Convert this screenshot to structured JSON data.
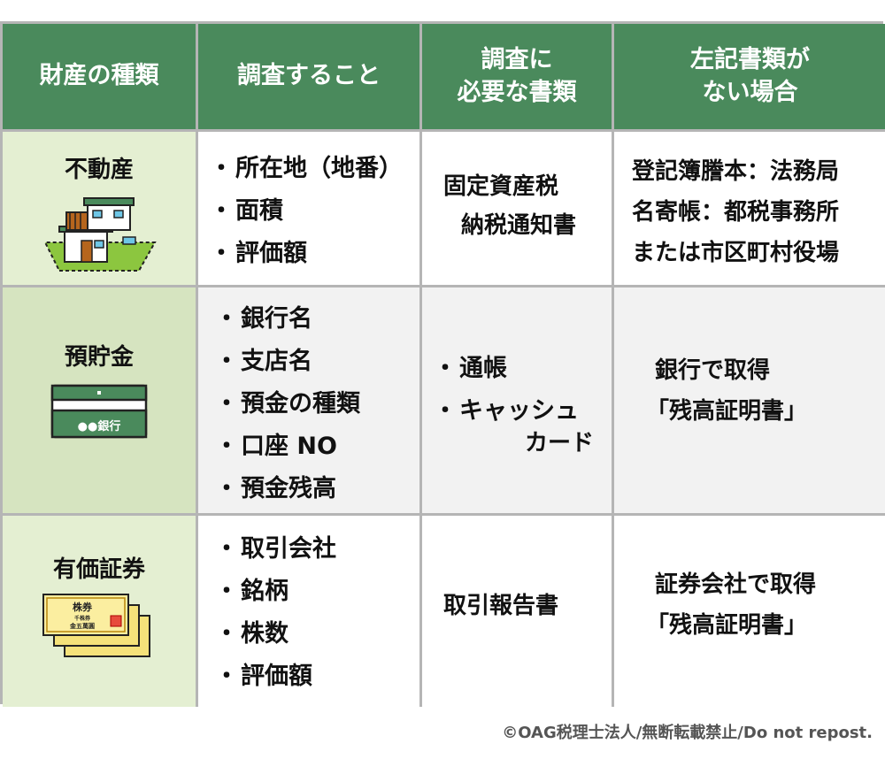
{
  "header": {
    "col1": "財産の種類",
    "col2": "調査すること",
    "col3_line1": "調査に",
    "col3_line2": "必要な書類",
    "col4_line1": "左記書類が",
    "col4_line2": "ない場合"
  },
  "rows": [
    {
      "category": "不動産",
      "items": [
        "所在地（地番）",
        "面積",
        "評価額"
      ],
      "docs_line1": "固定資産税",
      "docs_line2": "納税通知書",
      "alt_line1": "登記簿謄本：法務局",
      "alt_line2": "名寄帳：都税事務所",
      "alt_line3": "または市区町村役場",
      "icon": "house-icon"
    },
    {
      "category": "預貯金",
      "items": [
        "銀行名",
        "支店名",
        "預金の種類",
        "口座 NO",
        "預金残高"
      ],
      "docs_item1": "通帳",
      "docs_item2_line1": "キャッシュ",
      "docs_item2_line2": "カード",
      "alt_line1": "銀行で取得",
      "alt_line2": "「残高証明書」",
      "icon": "bankbook-icon",
      "icon_text": "●●銀行"
    },
    {
      "category": "有価証券",
      "items": [
        "取引会社",
        "銘柄",
        "株数",
        "評価額"
      ],
      "docs_line1": "取引報告書",
      "alt_line1": "証券会社で取得",
      "alt_line2": "「残高証明書」",
      "icon": "stock-certificate-icon",
      "icon_title": "株券",
      "icon_sub1": "千株券",
      "icon_sub2": "金五萬圓"
    }
  ],
  "footer": "©OAG税理士法人/無断転載禁止/Do not repost.",
  "colors": {
    "header_bg": "#4a8a5c",
    "category_bg": "#e4efd2",
    "category_alt_bg": "#d6e4c0",
    "row_gray_bg": "#f2f2f2",
    "border": "#b5b5b5"
  }
}
